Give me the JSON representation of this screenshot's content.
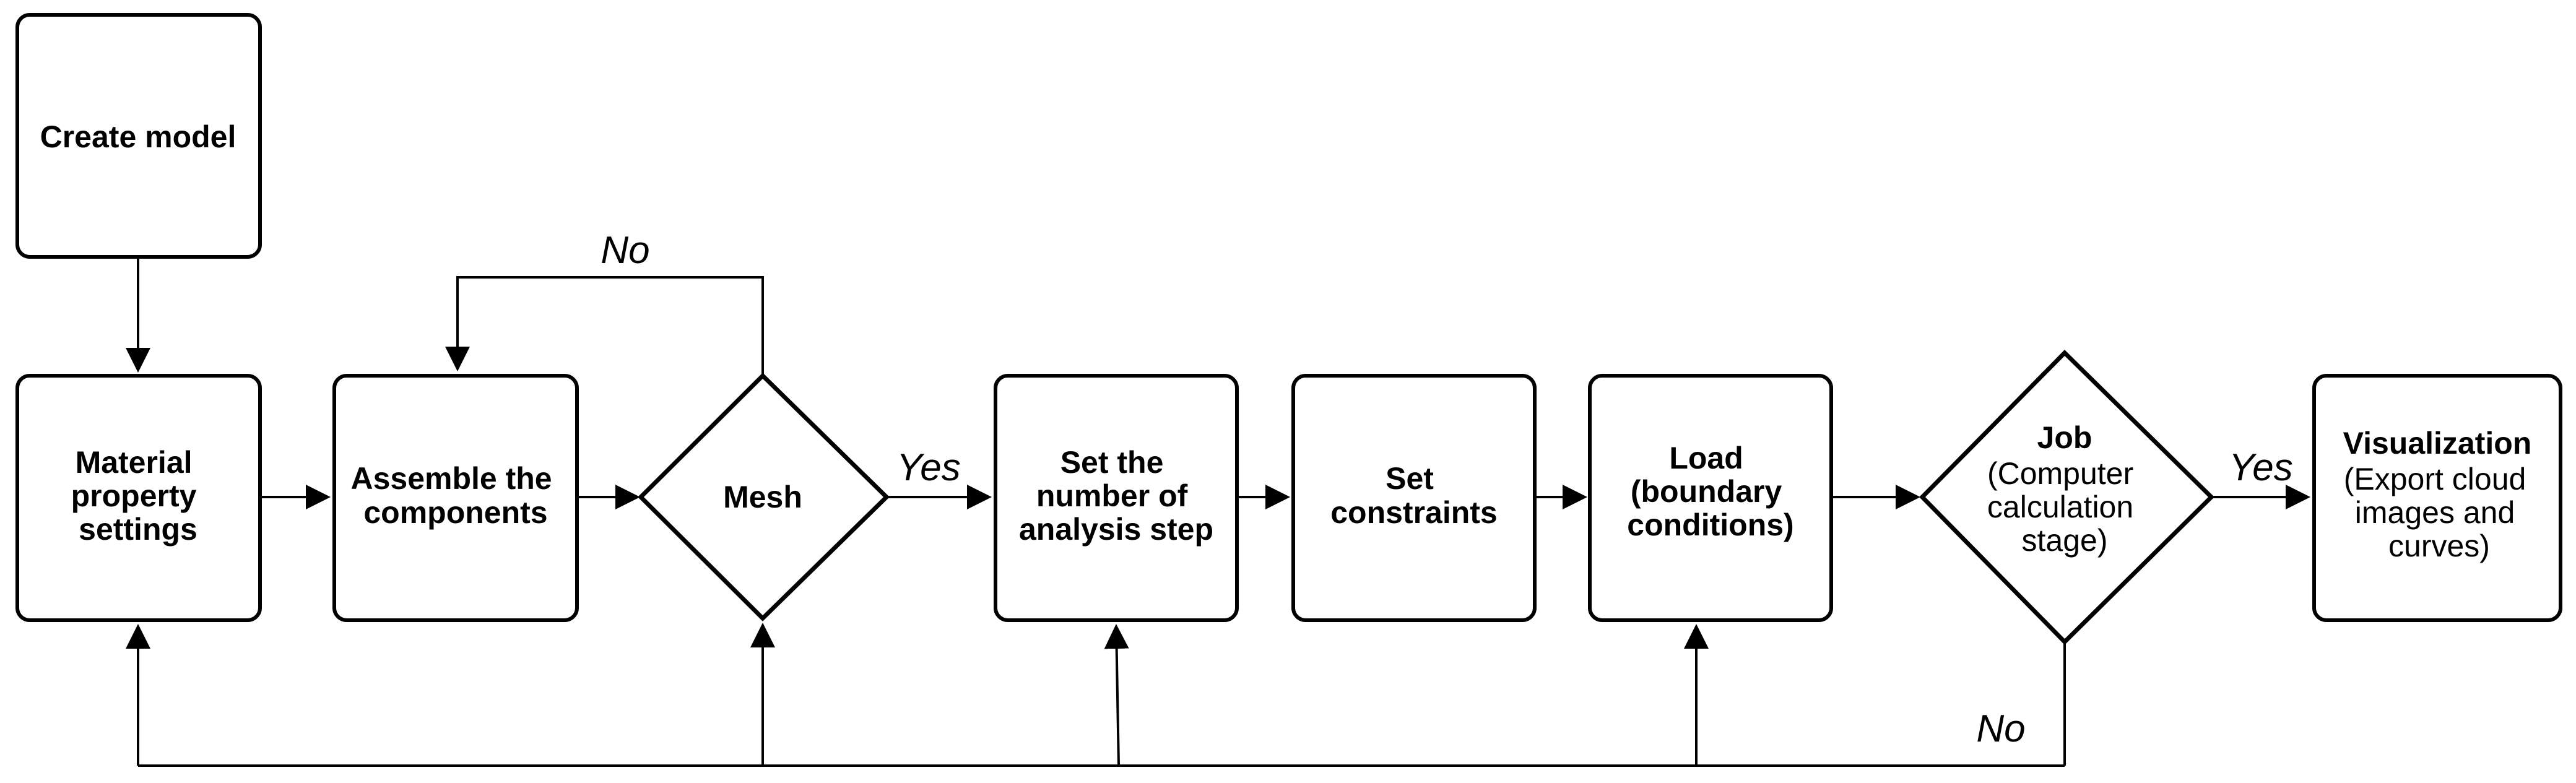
{
  "nodes": {
    "create_model": {
      "lines": [
        "Create model"
      ]
    },
    "material": {
      "lines": [
        "Material",
        "property",
        "settings"
      ]
    },
    "assemble": {
      "lines": [
        "Assemble the",
        "components"
      ]
    },
    "mesh": {
      "lines": [
        "Mesh"
      ]
    },
    "analysis_step": {
      "lines": [
        "Set the",
        "number of",
        "analysis step"
      ]
    },
    "constraints": {
      "lines": [
        "Set",
        "constraints"
      ]
    },
    "load": {
      "lines": [
        "Load",
        "(boundary",
        "conditions)"
      ]
    },
    "job": {
      "title": "Job",
      "lines": [
        "(Computer",
        "calculation",
        "stage)"
      ]
    },
    "visualization": {
      "title": "Visualization",
      "lines": [
        "(Export cloud",
        "images and",
        "curves)"
      ]
    }
  },
  "edge_labels": {
    "mesh_no": "No",
    "mesh_yes": "Yes",
    "job_yes": "Yes",
    "job_no": "No"
  }
}
